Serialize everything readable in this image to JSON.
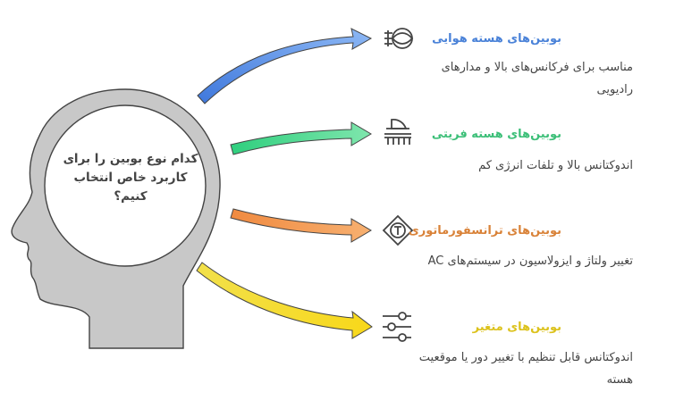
{
  "center_question": "کدام نوع بوبین را برای کاربرد خاص انتخاب کنیم؟",
  "items": [
    {
      "title": "بوبین‌های هسته هوایی",
      "description": "مناسب برای فرکانس‌های بالا و مدارهای رادیویی",
      "icon": "air-core-coil-icon",
      "color": "#4a82d8"
    },
    {
      "title": "بوبین‌های هسته فریتی",
      "description": "اندوکتانس بالا و تلفات انرژی کم",
      "icon": "ferrite-core-icon",
      "color": "#3cbf78"
    },
    {
      "title": "بوبین‌های ترانسفورماتوری",
      "description": "تغییر ولتاژ و ایزولاسیون در سیستم‌های AC",
      "icon": "transformer-icon",
      "color": "#d98238"
    },
    {
      "title": "بوبین‌های متغیر",
      "description": "اندوکتانس قابل تنظیم با تغییر دور یا موقعیت هسته",
      "icon": "sliders-icon",
      "color": "#dcc21c"
    }
  ]
}
